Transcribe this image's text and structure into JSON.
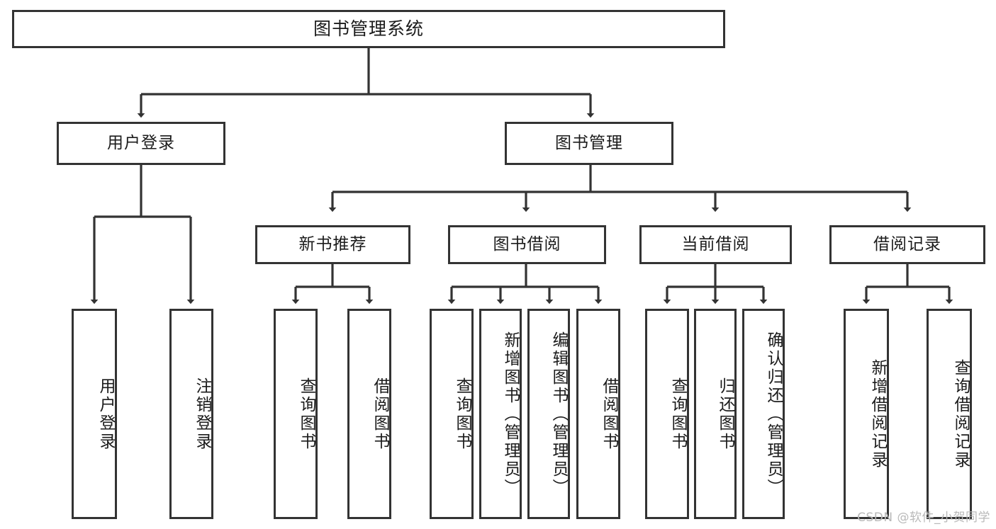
{
  "diagram": {
    "type": "tree-hierarchy",
    "title": "图书管理系统",
    "orientation": "top-down",
    "colors": {
      "box_border": "#333333",
      "box_fill": "#ffffff",
      "connector": "#333333",
      "text": "#1b1b1b",
      "watermark": "#b9b9b9"
    },
    "root": {
      "label": "图书管理系统"
    },
    "level1": [
      {
        "id": "user-login",
        "label": "用户登录"
      },
      {
        "id": "book-management",
        "label": "图书管理"
      }
    ],
    "level2": [
      {
        "id": "new-book-recommend",
        "label": "新书推荐",
        "parent": "book-management"
      },
      {
        "id": "book-borrow",
        "label": "图书借阅",
        "parent": "book-management"
      },
      {
        "id": "current-borrow",
        "label": "当前借阅",
        "parent": "book-management"
      },
      {
        "id": "borrow-record",
        "label": "借阅记录",
        "parent": "book-management"
      }
    ],
    "leaves": [
      {
        "id": "leaf-user-login",
        "label": "用户登录",
        "parent": "user-login"
      },
      {
        "id": "leaf-user-logout",
        "label": "注销登录",
        "parent": "user-login"
      },
      {
        "id": "leaf-query-book-1",
        "label": "查询图书",
        "parent": "new-book-recommend"
      },
      {
        "id": "leaf-borrow-book-1",
        "label": "借阅图书",
        "parent": "new-book-recommend"
      },
      {
        "id": "leaf-query-book-2",
        "label": "查询图书",
        "parent": "book-borrow"
      },
      {
        "id": "leaf-add-book",
        "label": "新增图书（管理员）",
        "parent": "book-borrow"
      },
      {
        "id": "leaf-edit-book",
        "label": "编辑图书（管理员）",
        "parent": "book-borrow"
      },
      {
        "id": "leaf-borrow-book-2",
        "label": "借阅图书",
        "parent": "book-borrow"
      },
      {
        "id": "leaf-query-book-3",
        "label": "查询图书",
        "parent": "current-borrow"
      },
      {
        "id": "leaf-return-book",
        "label": "归还图书",
        "parent": "current-borrow"
      },
      {
        "id": "leaf-confirm-return",
        "label": "确认归还（管理员）",
        "parent": "current-borrow"
      },
      {
        "id": "leaf-add-record",
        "label": "新增借阅记录",
        "parent": "borrow-record"
      },
      {
        "id": "leaf-query-record",
        "label": "查询借阅记录",
        "parent": "borrow-record"
      }
    ]
  },
  "watermark": {
    "text": "CSDN @软件_小贺同学"
  }
}
